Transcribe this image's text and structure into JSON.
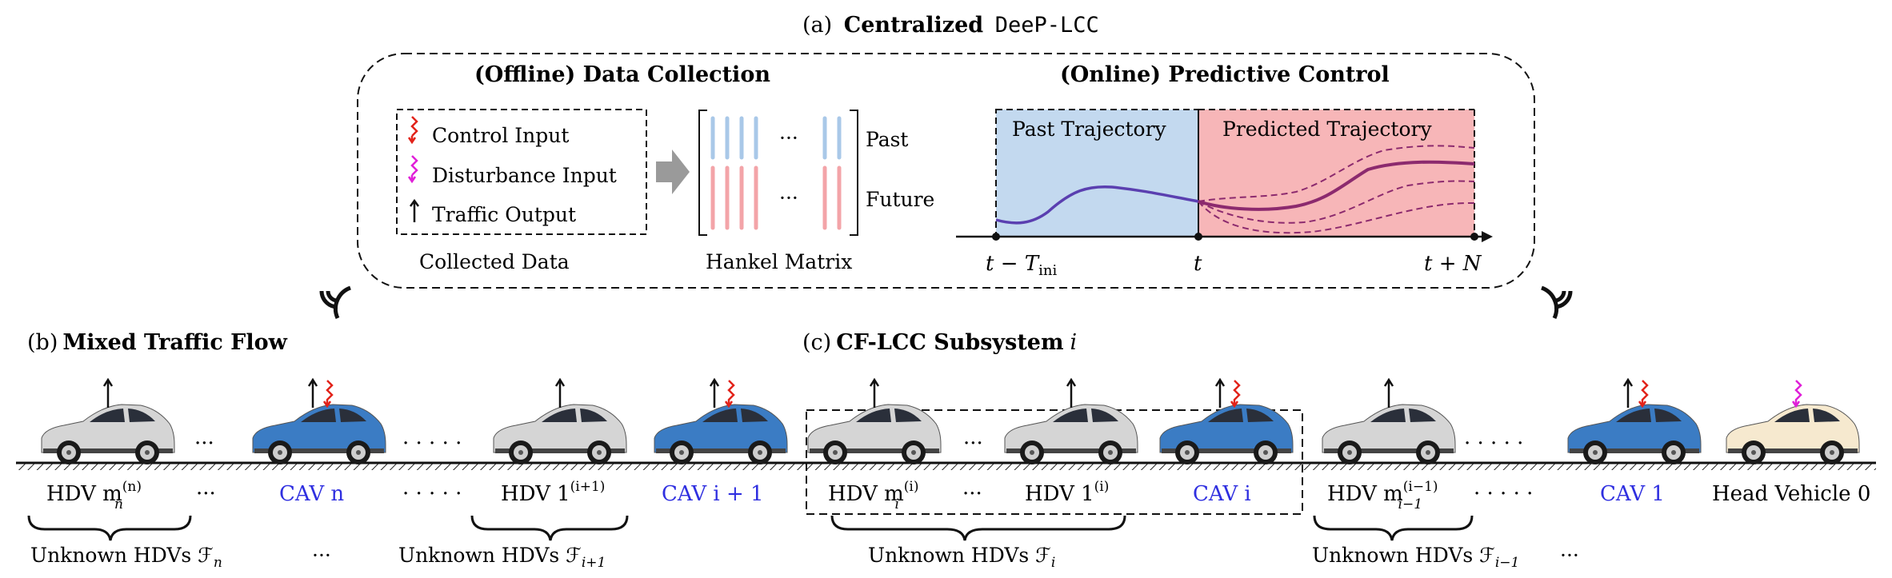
{
  "panel_a": {
    "label": "(a)",
    "title": "Centralized",
    "title_mono": "DeeP-LCC",
    "offline": {
      "heading": "(Offline) Data Collection",
      "legend": [
        "Control Input",
        "Disturbance Input",
        "Traffic Output"
      ],
      "collected_caption": "Collected Data",
      "hankel_caption": "Hankel Matrix",
      "past_label": "Past",
      "future_label": "Future",
      "ellipsis": "···"
    },
    "online": {
      "heading": "(Online) Predictive Control",
      "past_region": "Past Trajectory",
      "predicted_region": "Predicted Trajectory",
      "tick_start": "t − T",
      "tick_start_sub": "ini",
      "tick_mid": "t",
      "tick_end": "t + N"
    }
  },
  "panel_b": {
    "label": "(b)",
    "title": "Mixed Traffic Flow"
  },
  "panel_c": {
    "label": "(c)",
    "title": "CF-LCC Subsystem",
    "title_var": "i"
  },
  "vehicles": [
    {
      "label": "HDV m",
      "sup": "(n)",
      "sub": "n",
      "kind": "hdv"
    },
    {
      "label": "CAV n",
      "kind": "cav"
    },
    {
      "label": "HDV 1",
      "sup": "(i+1)",
      "kind": "hdv"
    },
    {
      "label": "CAV i + 1",
      "kind": "cav"
    },
    {
      "label": "HDV m",
      "sup": "(i)",
      "sub": "i",
      "kind": "hdv"
    },
    {
      "label": "HDV 1",
      "sup": "(i)",
      "kind": "hdv"
    },
    {
      "label": "CAV i",
      "kind": "cav"
    },
    {
      "label": "HDV m",
      "sup": "(i−1)",
      "sub": "i−1",
      "kind": "hdv"
    },
    {
      "label": "CAV 1",
      "kind": "cav"
    },
    {
      "label": "Head Vehicle 0",
      "kind": "head"
    }
  ],
  "groups": [
    {
      "label": "Unknown HDVs ℱ",
      "sub": "n"
    },
    {
      "label": "Unknown HDVs ℱ",
      "sub": "i+1"
    },
    {
      "label": "Unknown HDVs ℱ",
      "sub": "i"
    },
    {
      "label": "Unknown HDVs ℱ",
      "sub": "i−1"
    }
  ],
  "dots": "···",
  "dots_long": "· · · · ·",
  "colors": {
    "cav_body": "#3b7cc4",
    "hdv_body": "#d5d5d5",
    "head_body": "#f6e9cf",
    "cav_text": "#2f2fe0",
    "past_fill": "#c3d9ef",
    "pred_fill": "#f7b6b8",
    "traj": "#6b3fa8",
    "pred_traj": "#8c2a6e",
    "control_arrow": "#e2231a",
    "disturb_arrow": "#e020d8",
    "hankel_blue": "#a9c8e8",
    "hankel_red": "#f3a4a8"
  }
}
